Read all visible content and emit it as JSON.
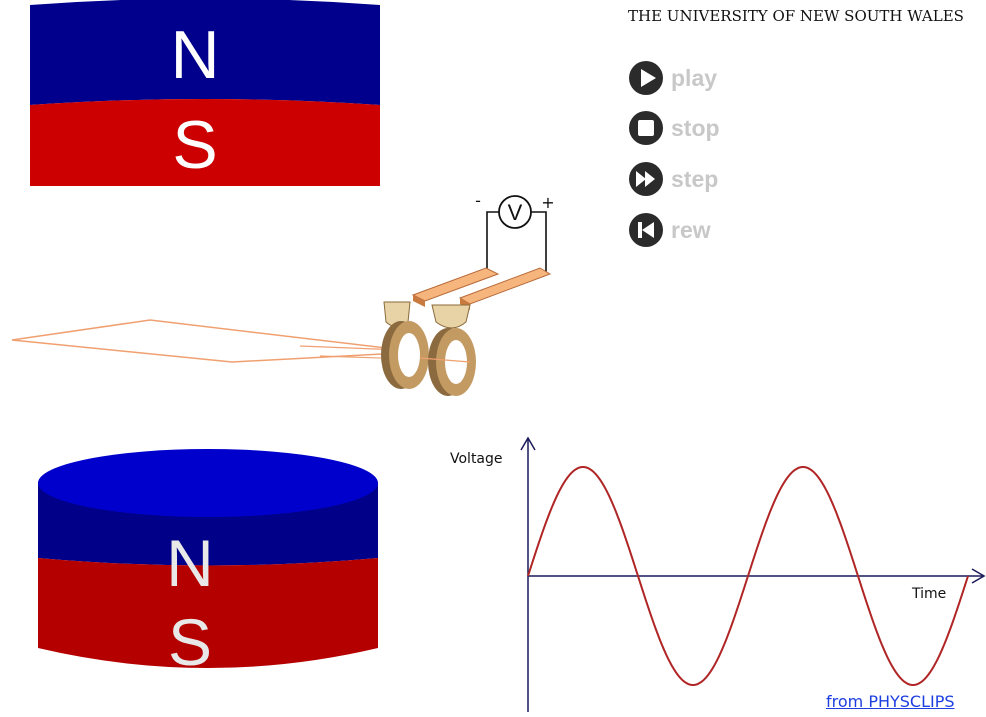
{
  "header": {
    "institution": "THE UNIVERSITY OF NEW SOUTH WALES"
  },
  "controls": [
    {
      "id": "play",
      "label": "play",
      "icon": "play-icon"
    },
    {
      "id": "stop",
      "label": "stop",
      "icon": "stop-icon"
    },
    {
      "id": "step",
      "label": "step",
      "icon": "step-icon"
    },
    {
      "id": "rew",
      "label": "rew",
      "icon": "rewind-icon"
    }
  ],
  "magnet_top": {
    "north_label": "N",
    "south_label": "S"
  },
  "magnet_bottom": {
    "north_label": "N",
    "south_label": "S"
  },
  "voltmeter": {
    "label": "V",
    "minus": "-",
    "plus": "+"
  },
  "graph": {
    "ylabel": "Voltage",
    "xlabel": "Time",
    "cycles": 2
  },
  "credit": {
    "link_text": "from PHYSCLIPS"
  },
  "colors": {
    "north": "#00008c",
    "south": "#cc0000",
    "curve": "#b02525",
    "axis": "#1a1a5a",
    "control_icon": "#2b2b2b",
    "control_label": "#c8c8c8",
    "link": "#1d3fe0"
  }
}
